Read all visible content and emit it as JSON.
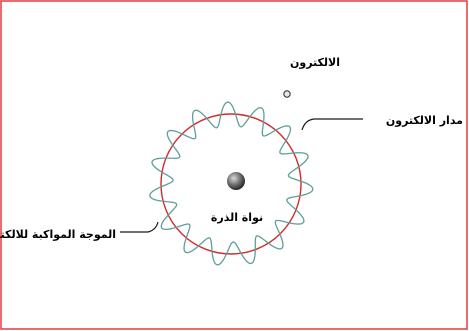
{
  "diagram": {
    "labels": {
      "electron": "الالكترون",
      "orbit": "مدار الالكترون",
      "nucleus": "نواة الذرة",
      "wave": "الموجة المواكبة للالكترون"
    },
    "colors": {
      "frame": "#e8383d",
      "orbit": "#d12c2c",
      "wave": "#5f9f9a",
      "pointer": "#1a1a1a",
      "nucleus_dark": "#2b2b2b",
      "nucleus_light": "#c9c9c9"
    },
    "wave_crests": 15
  }
}
